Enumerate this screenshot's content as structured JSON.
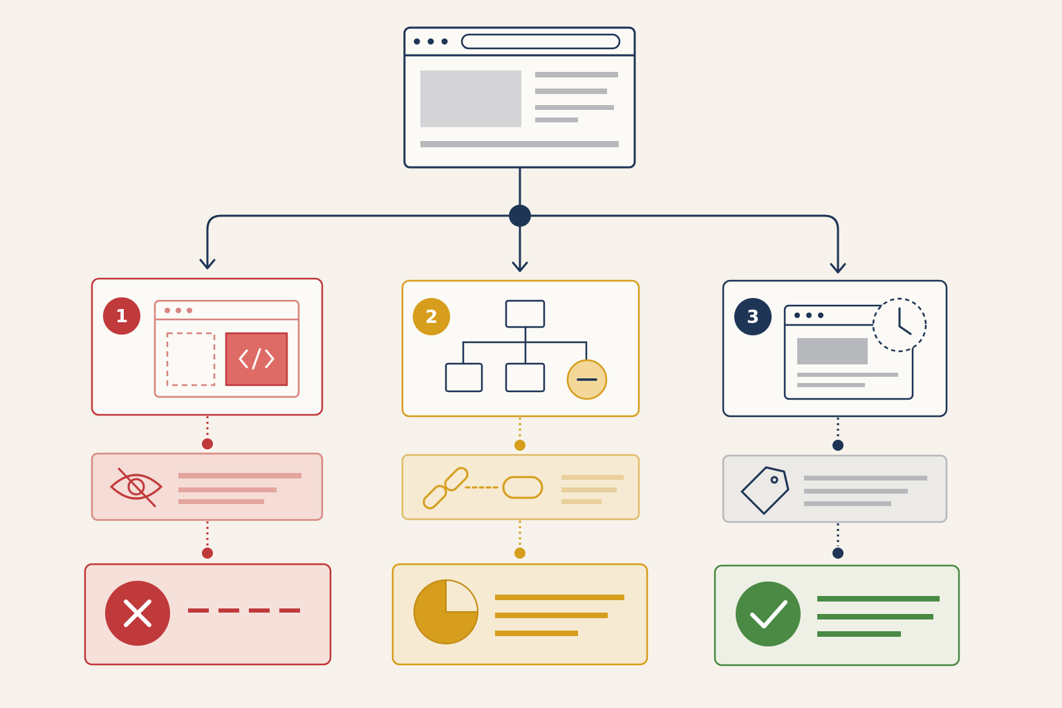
{
  "colors": {
    "background": "#f7f3ec",
    "navy": "#1f3556",
    "red": "#c0393b",
    "red_fill": "#f5dcd6",
    "red_code_fill": "#df6b66",
    "gold": "#d69e1c",
    "gold_fill": "#f6ead2",
    "gray": "#b7b8bc",
    "gray_fill": "#eceae6",
    "green": "#4a8a44",
    "green_fill": "#eef0e6"
  },
  "branches": [
    {
      "number": "1",
      "color": "red",
      "step_icons": [
        "code-window-icon",
        "eye-slash-icon",
        "x-circle-icon"
      ],
      "result": "failed"
    },
    {
      "number": "2",
      "color": "gold",
      "step_icons": [
        "hierarchy-minus-icon",
        "broken-link-icon",
        "pie-chart-icon"
      ],
      "result": "partial"
    },
    {
      "number": "3",
      "color": "navy",
      "step_icons": [
        "clock-window-icon",
        "tag-icon",
        "check-circle-icon"
      ],
      "result": "success"
    }
  ]
}
